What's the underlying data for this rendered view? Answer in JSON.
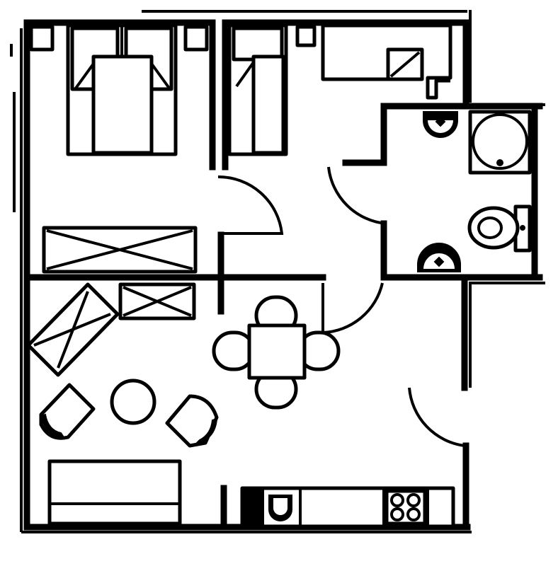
{
  "plan": {
    "colors": {
      "ink": "#000000",
      "paper": "#ffffff"
    },
    "rooms": [
      {
        "id": "bedroom-1"
      },
      {
        "id": "bedroom-2"
      },
      {
        "id": "bathroom"
      },
      {
        "id": "living-dining"
      },
      {
        "id": "kitchen-strip"
      }
    ],
    "fixtures": [
      "double-bed",
      "single-bed",
      "desk",
      "nightstands",
      "wardrobes",
      "shower",
      "toilet",
      "washbasins",
      "dining-table",
      "dining-chairs",
      "armchairs",
      "round-coffee-table",
      "sofa",
      "sink",
      "stove"
    ]
  }
}
